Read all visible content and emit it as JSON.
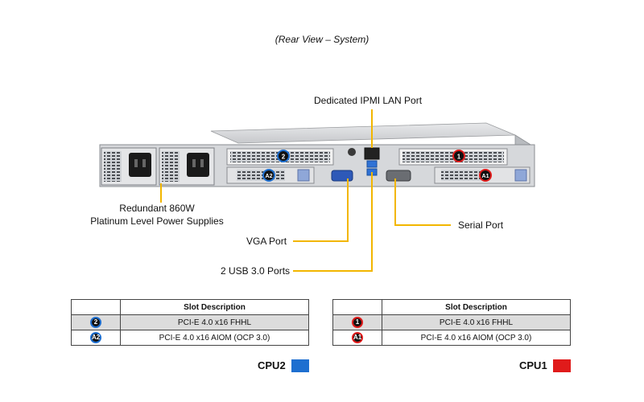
{
  "caption": "(Rear View – System)",
  "callouts": {
    "ipmi": "Dedicated IPMI  LAN Port",
    "psu_line1": "Redundant  860W",
    "psu_line2": "Platinum Level Power Supplies",
    "vga": "VGA Port",
    "usb": "2 USB 3.0 Ports",
    "serial": "Serial Port"
  },
  "chassis_badges": {
    "b2": "2",
    "a2": "A2",
    "b1": "1",
    "a1": "A1"
  },
  "tables": {
    "cpu2": {
      "header": "Slot Description",
      "rows": [
        {
          "badge": "2",
          "desc": "PCI-E 4.0 x16 FHHL"
        },
        {
          "badge": "A2",
          "desc": "PCI-E 4.0 x16 AIOM (OCP 3.0)"
        }
      ]
    },
    "cpu1": {
      "header": "Slot Description",
      "rows": [
        {
          "badge": "1",
          "desc": "PCI-E 4.0 x16 FHHL"
        },
        {
          "badge": "A1",
          "desc": "PCI-E 4.0 x16 AIOM (OCP 3.0)"
        }
      ]
    }
  },
  "legend": {
    "cpu2": {
      "label": "CPU2",
      "color": "#1e6fd0"
    },
    "cpu1": {
      "label": "CPU1",
      "color": "#e01b1b"
    }
  },
  "colors": {
    "leader": "#f2b600",
    "badge_blue": "#1e6fd0",
    "badge_red": "#e01b1b"
  }
}
